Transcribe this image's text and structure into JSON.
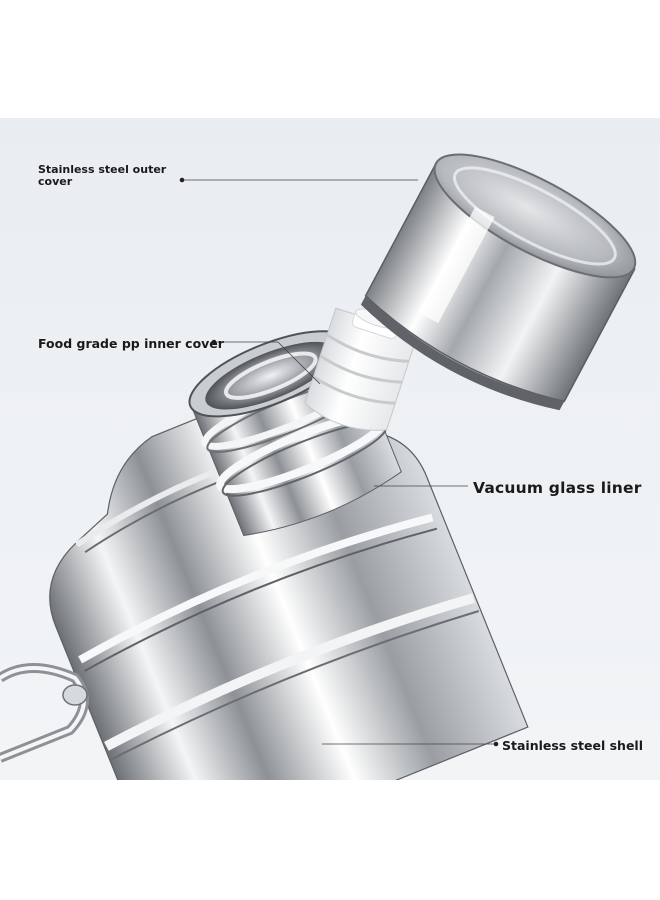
{
  "image": {
    "background": "#ffffff",
    "panel_background": "#eceff2",
    "accent_line": "#333333"
  },
  "labels": {
    "outer_cover": "Stainless steel outer cover",
    "inner_cover": "Food grade pp inner cover",
    "glass_liner": "Vacuum glass liner",
    "shell": "Stainless steel shell"
  },
  "icons": [
    "callout-dot-icon",
    "callout-line-icon"
  ]
}
